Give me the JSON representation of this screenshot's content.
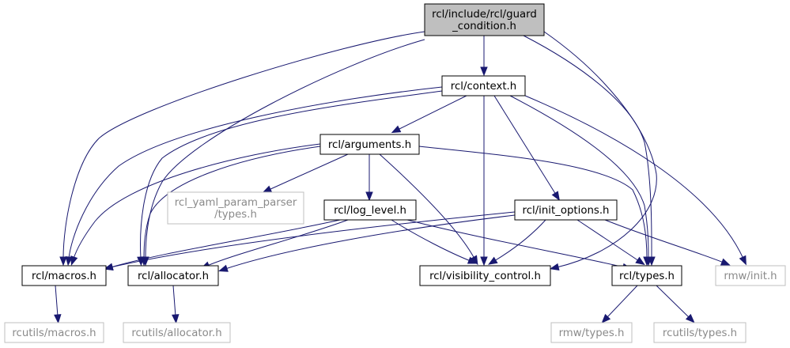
{
  "colors": {
    "edge": "#191970",
    "root_fill": "#bfbfbf",
    "root_border": "#000000",
    "node_border": "#000000",
    "external_border": "#bfbfbf",
    "external_text": "#8a8a8a",
    "node_text": "#000000"
  },
  "nodes": {
    "guard_condition": {
      "lines": [
        "rcl/include/rcl/guard",
        "_condition.h"
      ],
      "kind": "root"
    },
    "context": {
      "lines": [
        "rcl/context.h"
      ],
      "kind": "internal"
    },
    "arguments": {
      "lines": [
        "rcl/arguments.h"
      ],
      "kind": "internal"
    },
    "yaml_types": {
      "lines": [
        "rcl_yaml_param_parser",
        "/types.h"
      ],
      "kind": "external"
    },
    "log_level": {
      "lines": [
        "rcl/log_level.h"
      ],
      "kind": "internal"
    },
    "init_options": {
      "lines": [
        "rcl/init_options.h"
      ],
      "kind": "internal"
    },
    "macros": {
      "lines": [
        "rcl/macros.h"
      ],
      "kind": "internal"
    },
    "allocator": {
      "lines": [
        "rcl/allocator.h"
      ],
      "kind": "internal"
    },
    "visibility": {
      "lines": [
        "rcl/visibility_control.h"
      ],
      "kind": "internal"
    },
    "types": {
      "lines": [
        "rcl/types.h"
      ],
      "kind": "internal"
    },
    "rmw_init": {
      "lines": [
        "rmw/init.h"
      ],
      "kind": "external"
    },
    "rcutils_macros": {
      "lines": [
        "rcutils/macros.h"
      ],
      "kind": "external"
    },
    "rcutils_allocator": {
      "lines": [
        "rcutils/allocator.h"
      ],
      "kind": "external"
    },
    "rmw_types": {
      "lines": [
        "rmw/types.h"
      ],
      "kind": "external"
    },
    "rcutils_types": {
      "lines": [
        "rcutils/types.h"
      ],
      "kind": "external"
    }
  },
  "edges": [
    [
      "guard_condition",
      "context"
    ],
    [
      "guard_condition",
      "macros"
    ],
    [
      "guard_condition",
      "allocator"
    ],
    [
      "guard_condition",
      "visibility"
    ],
    [
      "guard_condition",
      "types"
    ],
    [
      "context",
      "arguments"
    ],
    [
      "context",
      "allocator"
    ],
    [
      "context",
      "macros"
    ],
    [
      "context",
      "visibility"
    ],
    [
      "context",
      "init_options"
    ],
    [
      "context",
      "types"
    ],
    [
      "context",
      "rmw_init"
    ],
    [
      "arguments",
      "yaml_types"
    ],
    [
      "arguments",
      "log_level"
    ],
    [
      "arguments",
      "macros"
    ],
    [
      "arguments",
      "allocator"
    ],
    [
      "arguments",
      "visibility"
    ],
    [
      "arguments",
      "types"
    ],
    [
      "log_level",
      "macros"
    ],
    [
      "log_level",
      "allocator"
    ],
    [
      "log_level",
      "visibility"
    ],
    [
      "log_level",
      "types"
    ],
    [
      "init_options",
      "macros"
    ],
    [
      "init_options",
      "allocator"
    ],
    [
      "init_options",
      "visibility"
    ],
    [
      "init_options",
      "types"
    ],
    [
      "init_options",
      "rmw_init"
    ],
    [
      "macros",
      "rcutils_macros"
    ],
    [
      "allocator",
      "rcutils_allocator"
    ],
    [
      "types",
      "rmw_types"
    ],
    [
      "types",
      "rcutils_types"
    ]
  ]
}
